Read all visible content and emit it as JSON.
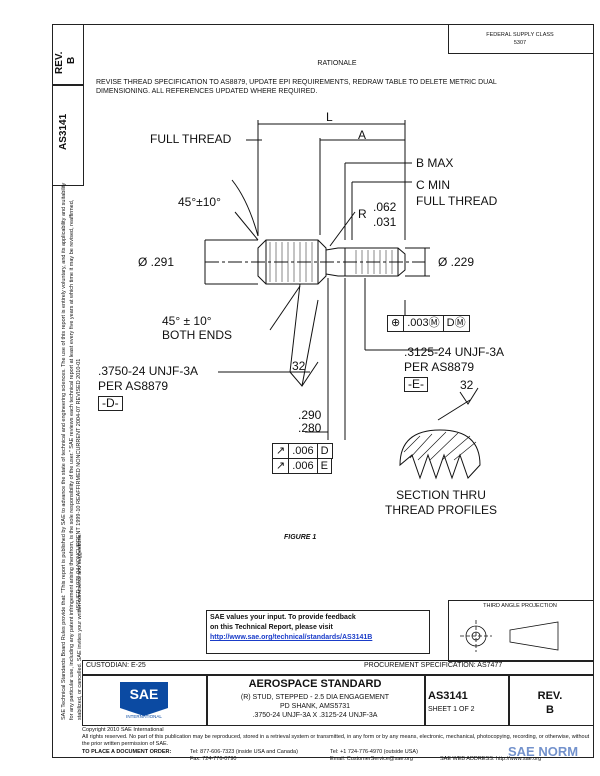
{
  "margin": {
    "rev_label": "REV.",
    "rev_value": "B",
    "doc_number": "AS3141",
    "issued_line": "ISSUED 1978-04   NONCURRENT 1999-10   REAFFIRMED NONCURRENT 2004-07   REVISED 2010-01",
    "legal_text": "SAE Technical Standards Board Rules provide that: \"This report is published by SAE to advance the state of technical and engineering sciences. The use of this report is entirely voluntary, and its applicability and suitability for any particular use, including any patent infringement arising therefrom, is the sole responsibility of the user.\" SAE reviews each technical report at least every five years at which time it may be revised, reaffirmed, stabilized, or cancelled. SAE invites your written comments and suggestions."
  },
  "header": {
    "fed_class": "FEDERAL SUPPLY CLASS",
    "fed_class_value": "5307",
    "rationale_title": "RATIONALE",
    "rationale_text": "REVISE THREAD SPECIFICATION TO AS8879, UPDATE EPI REQUIREMENTS, REDRAW TABLE TO DELETE METRIC DUAL DIMENSIONING. ALL REFERENCES UPDATED WHERE REQUIRED."
  },
  "drawing": {
    "L": "L",
    "A": "A",
    "full_thread_left": "FULL THREAD",
    "b_max": "B MAX",
    "c_min": "C MIN",
    "full_thread_right": "FULL THREAD",
    "chamfer_top": "45°±10°",
    "radius_prefix": "R",
    "radius_hi": ".062",
    "radius_lo": ".031",
    "dia_left": "Ø .291",
    "dia_right": "Ø .229",
    "position_sym": "⊕",
    "position_tol": ".003Ⓜ",
    "position_ref": "DⓂ",
    "chamfer_both_1": "45° ± 10°",
    "chamfer_both_2": "BOTH ENDS",
    "surface_finish": "32",
    "thread_left_1": ".3750-24 UNJF-3A",
    "thread_left_2": "PER AS8879",
    "datum_d": "-D-",
    "thread_right_1": ".3125-24 UNJF-3A",
    "thread_right_2": "PER AS8879",
    "datum_e": "-E-",
    "surface_finish_2": "32",
    "dim_290": ".290",
    "dim_280": ".280",
    "runout1_val": ".006",
    "runout1_ref": "D",
    "runout2_val": ".006",
    "runout2_ref": "E",
    "section_1": "SECTION THRU",
    "section_2": "THREAD PROFILES",
    "figure_caption": "FIGURE 1"
  },
  "feedback": {
    "line1": "SAE values your input. To provide feedback",
    "line2": "on this Technical Report, please visit",
    "url": "http://www.sae.org/technical/standards/AS3141B"
  },
  "projection": {
    "label": "THIRD ANGLE PROJECTION"
  },
  "title_block": {
    "custodian": "CUSTODIAN: E-25",
    "procurement": "PROCUREMENT SPECIFICATION: AS7477",
    "logo_text": "SAE",
    "logo_sub": "INTERNATIONAL",
    "standard": "AEROSPACE STANDARD",
    "desc1": "(R) STUD, STEPPED - 2.5 DIA ENGAGEMENT",
    "desc2": "PD SHANK, AMS5731",
    "desc3": ".3750-24 UNJF-3A X .3125-24 UNJF-3A",
    "doc_number": "AS3141",
    "sheet": "SHEET 1 OF 2",
    "rev_label": "REV.",
    "rev_value": "B"
  },
  "footer": {
    "copyright": "Copyright 2010 SAE International",
    "rights": "All rights reserved. No part of this publication may be reproduced, stored in a retrieval system or transmitted, in any form or by any means, electronic, mechanical, photocopying, recording, or otherwise, without the prior written permission of SAE.",
    "order_label": "TO PLACE A DOCUMENT ORDER:",
    "tel1": "Tel: 877-606-7323 (inside USA and Canada)",
    "tel2": "Tel: +1 724-776-4970 (outside USA)",
    "fax": "Fax: 724-776-0790",
    "email": "Email: CustomerService@sae.org",
    "web": "SAE WEB ADDRESS: http://www.sae.org",
    "watermark": "SAE NORM"
  }
}
